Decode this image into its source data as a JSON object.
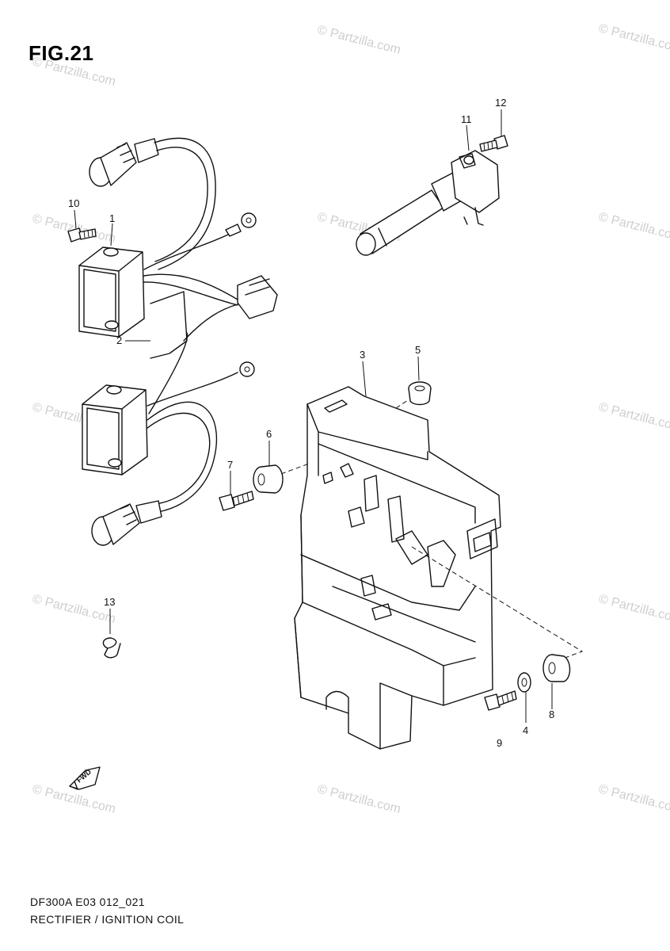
{
  "figure": {
    "title": "FIG.21"
  },
  "footer": {
    "code": "DF300A E03 012_021",
    "description": "RECTIFIER / IGNITION COIL"
  },
  "watermark": {
    "text": "© Partzilla.com",
    "color": "#cfcfcf"
  },
  "callouts": [
    "1",
    "2",
    "3",
    "4",
    "5",
    "6",
    "7",
    "8",
    "9",
    "10",
    "11",
    "12",
    "13"
  ],
  "direction_arrow": {
    "label": "FWD"
  }
}
